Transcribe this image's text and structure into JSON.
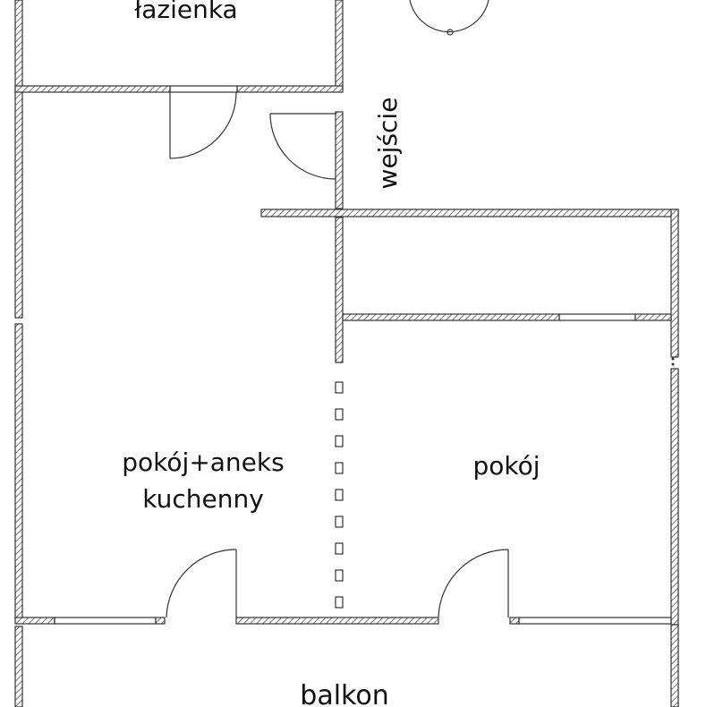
{
  "rooms": {
    "bathroom": "łazienka",
    "entrance": "wejście",
    "living_line1": "pokój+aneks",
    "living_line2": "kuchenny",
    "room": "pokój",
    "balcony": "balkon"
  }
}
